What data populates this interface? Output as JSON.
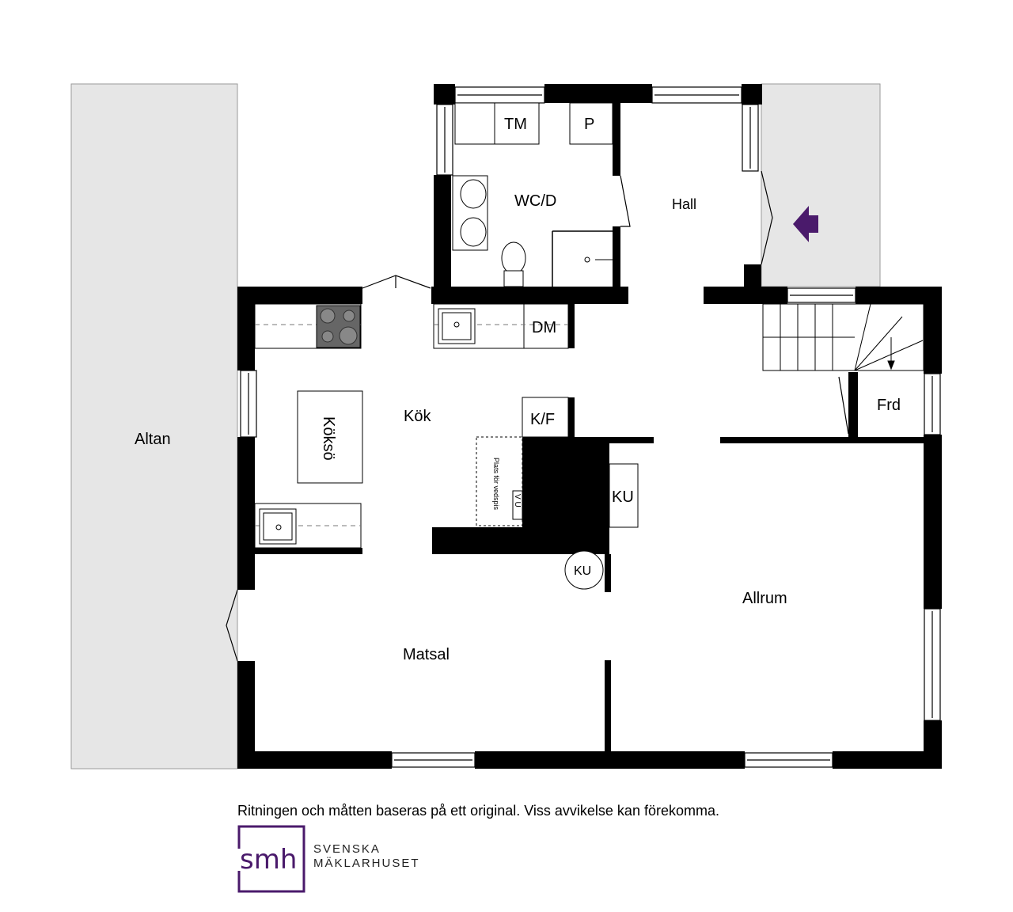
{
  "rooms": {
    "altan": "Altan",
    "wc": "WC/D",
    "tm": "TM",
    "p": "P",
    "hall": "Hall",
    "dm": "DM",
    "kok": "Kök",
    "kokso": "Köksö",
    "kf": "K/F",
    "frd": "Frd",
    "ku_box": "KU",
    "ku_circle": "KU",
    "vu": "V U",
    "vedspis": "Plats för vedspis",
    "allrum": "Allrum",
    "matsal": "Matsal"
  },
  "footer": {
    "disclaimer": "Ritningen och måtten baseras på ett original. Viss avvikelse kan förekomma."
  },
  "logo": {
    "mark": "smh",
    "line1": "SVENSKA",
    "line2": "MÄKLARHUSET"
  },
  "colors": {
    "wall": "#000000",
    "exterior": "#e6e6e6",
    "logo_purple": "#4a1a6b",
    "entrance_arrow": "#4a1a6b"
  },
  "icons": {
    "entrance": "entrance-arrow-icon",
    "stove": "stove-icon",
    "sink": "sink-icon",
    "toilet": "toilet-icon",
    "shower": "shower-icon",
    "stairs": "stairs-icon"
  }
}
